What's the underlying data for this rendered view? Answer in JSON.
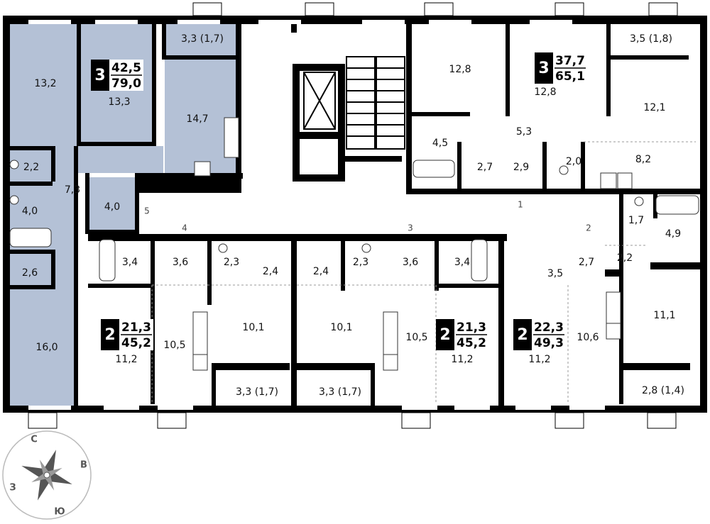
{
  "apartments": [
    {
      "rooms": "3",
      "living_area": "42,5",
      "total_area": "79,0",
      "highlighted": true
    },
    {
      "rooms": "3",
      "living_area": "37,7",
      "total_area": "65,1",
      "highlighted": false
    },
    {
      "rooms": "2",
      "living_area": "21,3",
      "total_area": "45,2",
      "highlighted": false
    },
    {
      "rooms": "2",
      "living_area": "21,3",
      "total_area": "45,2",
      "highlighted": false
    },
    {
      "rooms": "2",
      "living_area": "22,3",
      "total_area": "49,3",
      "highlighted": false
    }
  ],
  "rooms": [
    {
      "label": "13,2"
    },
    {
      "label": "13,3"
    },
    {
      "label": "3,3 (1,7)"
    },
    {
      "label": "14,7"
    },
    {
      "label": "2,2"
    },
    {
      "label": "7,3"
    },
    {
      "label": "4,0"
    },
    {
      "label": "4,0"
    },
    {
      "label": "2,6"
    },
    {
      "label": "16,0"
    },
    {
      "label": "12,8"
    },
    {
      "label": "12,8"
    },
    {
      "label": "3,5 (1,8)"
    },
    {
      "label": "12,1"
    },
    {
      "label": "5,3"
    },
    {
      "label": "4,5"
    },
    {
      "label": "2,7"
    },
    {
      "label": "2,9"
    },
    {
      "label": "2,0"
    },
    {
      "label": "8,2"
    },
    {
      "label": "3,4"
    },
    {
      "label": "3,6"
    },
    {
      "label": "2,3"
    },
    {
      "label": "2,4"
    },
    {
      "label": "2,4"
    },
    {
      "label": "2,3"
    },
    {
      "label": "3,6"
    },
    {
      "label": "3,4"
    },
    {
      "label": "1,7"
    },
    {
      "label": "4,9"
    },
    {
      "label": "2,7"
    },
    {
      "label": "3,5"
    },
    {
      "label": "2,2"
    },
    {
      "label": "10,1"
    },
    {
      "label": "10,1"
    },
    {
      "label": "10,5"
    },
    {
      "label": "10,5"
    },
    {
      "label": "11,1"
    },
    {
      "label": "11,2"
    },
    {
      "label": "11,2"
    },
    {
      "label": "11,2"
    },
    {
      "label": "10,6"
    },
    {
      "label": "3,3 (1,7)"
    },
    {
      "label": "3,3 (1,7)"
    },
    {
      "label": "2,8 (1,4)"
    }
  ],
  "door_numbers": [
    "1",
    "2",
    "3",
    "4",
    "5"
  ],
  "compass": {
    "north": "С",
    "east": "В",
    "south": "Ю",
    "west": "З"
  },
  "colors": {
    "highlight": "#b4c1d6",
    "wall": "#000000",
    "badge": "#000000"
  }
}
